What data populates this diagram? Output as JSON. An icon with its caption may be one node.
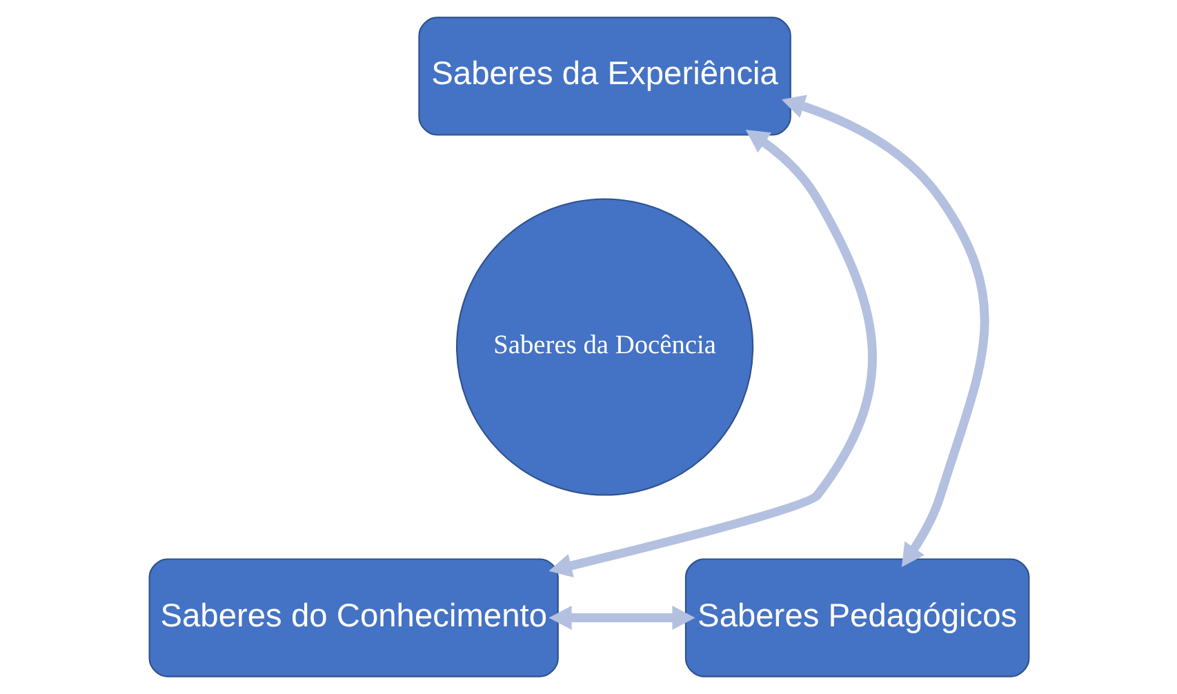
{
  "diagram": {
    "nodes": [
      {
        "text": [
          "Saberes da Experiência"
        ]
      },
      {
        "text": [
          "Saberes da Docência"
        ]
      },
      {
        "text": [
          "Saberes do Conhecimento"
        ]
      },
      {
        "text": [
          "Saberes Pedagógicos"
        ]
      }
    ],
    "edges": [
      {
        "from": 0,
        "to": 2,
        "arrow": "both"
      },
      {
        "from": 0,
        "to": 3,
        "arrow": "both"
      },
      {
        "from": 2,
        "to": 3,
        "arrow": "both"
      }
    ]
  }
}
